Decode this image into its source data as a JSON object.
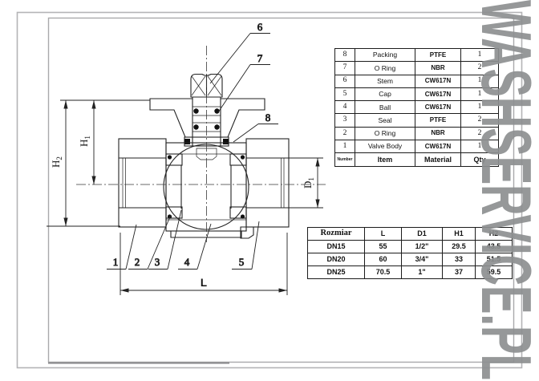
{
  "watermark": {
    "text": "WASHSERVICE.PL",
    "color": "#8d8f90"
  },
  "drawing": {
    "part_labels": [
      "1",
      "2",
      "3",
      "4",
      "5",
      "6",
      "7",
      "8"
    ],
    "dims": {
      "h1": {
        "base": "H",
        "sub": "1"
      },
      "h2": {
        "base": "H",
        "sub": "2"
      },
      "d1": {
        "base": "D",
        "sub": "1"
      },
      "l": {
        "base": "L",
        "sub": ""
      }
    }
  },
  "parts_table": {
    "header": {
      "number": "Number",
      "item": "Item",
      "material": "Material",
      "qty": "Qty"
    },
    "rows": [
      {
        "number": "8",
        "item": "Packing",
        "material": "PTFE",
        "qty": "1"
      },
      {
        "number": "7",
        "item": "O Ring",
        "material": "NBR",
        "qty": "2"
      },
      {
        "number": "6",
        "item": "Stem",
        "material": "CW617N",
        "qty": "1"
      },
      {
        "number": "5",
        "item": "Cap",
        "material": "CW617N",
        "qty": "1"
      },
      {
        "number": "4",
        "item": "Ball",
        "material": "CW617N",
        "qty": "1"
      },
      {
        "number": "3",
        "item": "Seal",
        "material": "PTFE",
        "qty": "2"
      },
      {
        "number": "2",
        "item": "O Ring",
        "material": "NBR",
        "qty": "2"
      },
      {
        "number": "1",
        "item": "Valve Body",
        "material": "CW617N",
        "qty": "1"
      }
    ]
  },
  "size_table": {
    "header": {
      "rozmiar": "Rozmiar",
      "l": "L",
      "d1": "D1",
      "h1": "H1",
      "h2": "H2"
    },
    "rows": [
      {
        "rozmiar": "DN15",
        "l": "55",
        "d1": "1/2\"",
        "h1": "29.5",
        "h2": "43.5"
      },
      {
        "rozmiar": "DN20",
        "l": "60",
        "d1": "3/4\"",
        "h1": "33",
        "h2": "51.5"
      },
      {
        "rozmiar": "DN25",
        "l": "70.5",
        "d1": "1\"",
        "h1": "37",
        "h2": "59.5"
      }
    ]
  }
}
